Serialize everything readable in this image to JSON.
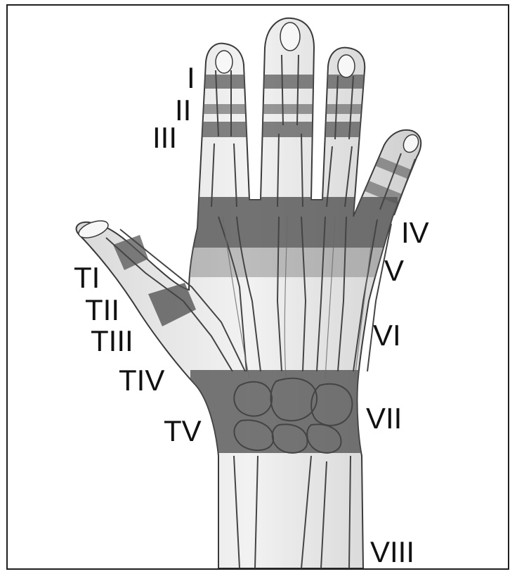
{
  "figure": {
    "subject": "hand-zones",
    "colors": {
      "skin": "#ececec",
      "skin_shade": "#c9c9c9",
      "outline": "#3a3a3a",
      "band": "#5a5a5a",
      "bone_line": "#444444",
      "label": "#111111",
      "frame": "#1f1f1f"
    }
  },
  "labels": {
    "zone_I": "I",
    "zone_II": "II",
    "zone_III": "III",
    "zone_IV": "IV",
    "zone_V": "V",
    "zone_VI": "VI",
    "zone_VII": "VII",
    "zone_VIII": "VIII",
    "thumb_TI": "TI",
    "thumb_TII": "TII",
    "thumb_TIII": "TIII",
    "thumb_TIV": "TIV",
    "thumb_TV": "TV"
  }
}
